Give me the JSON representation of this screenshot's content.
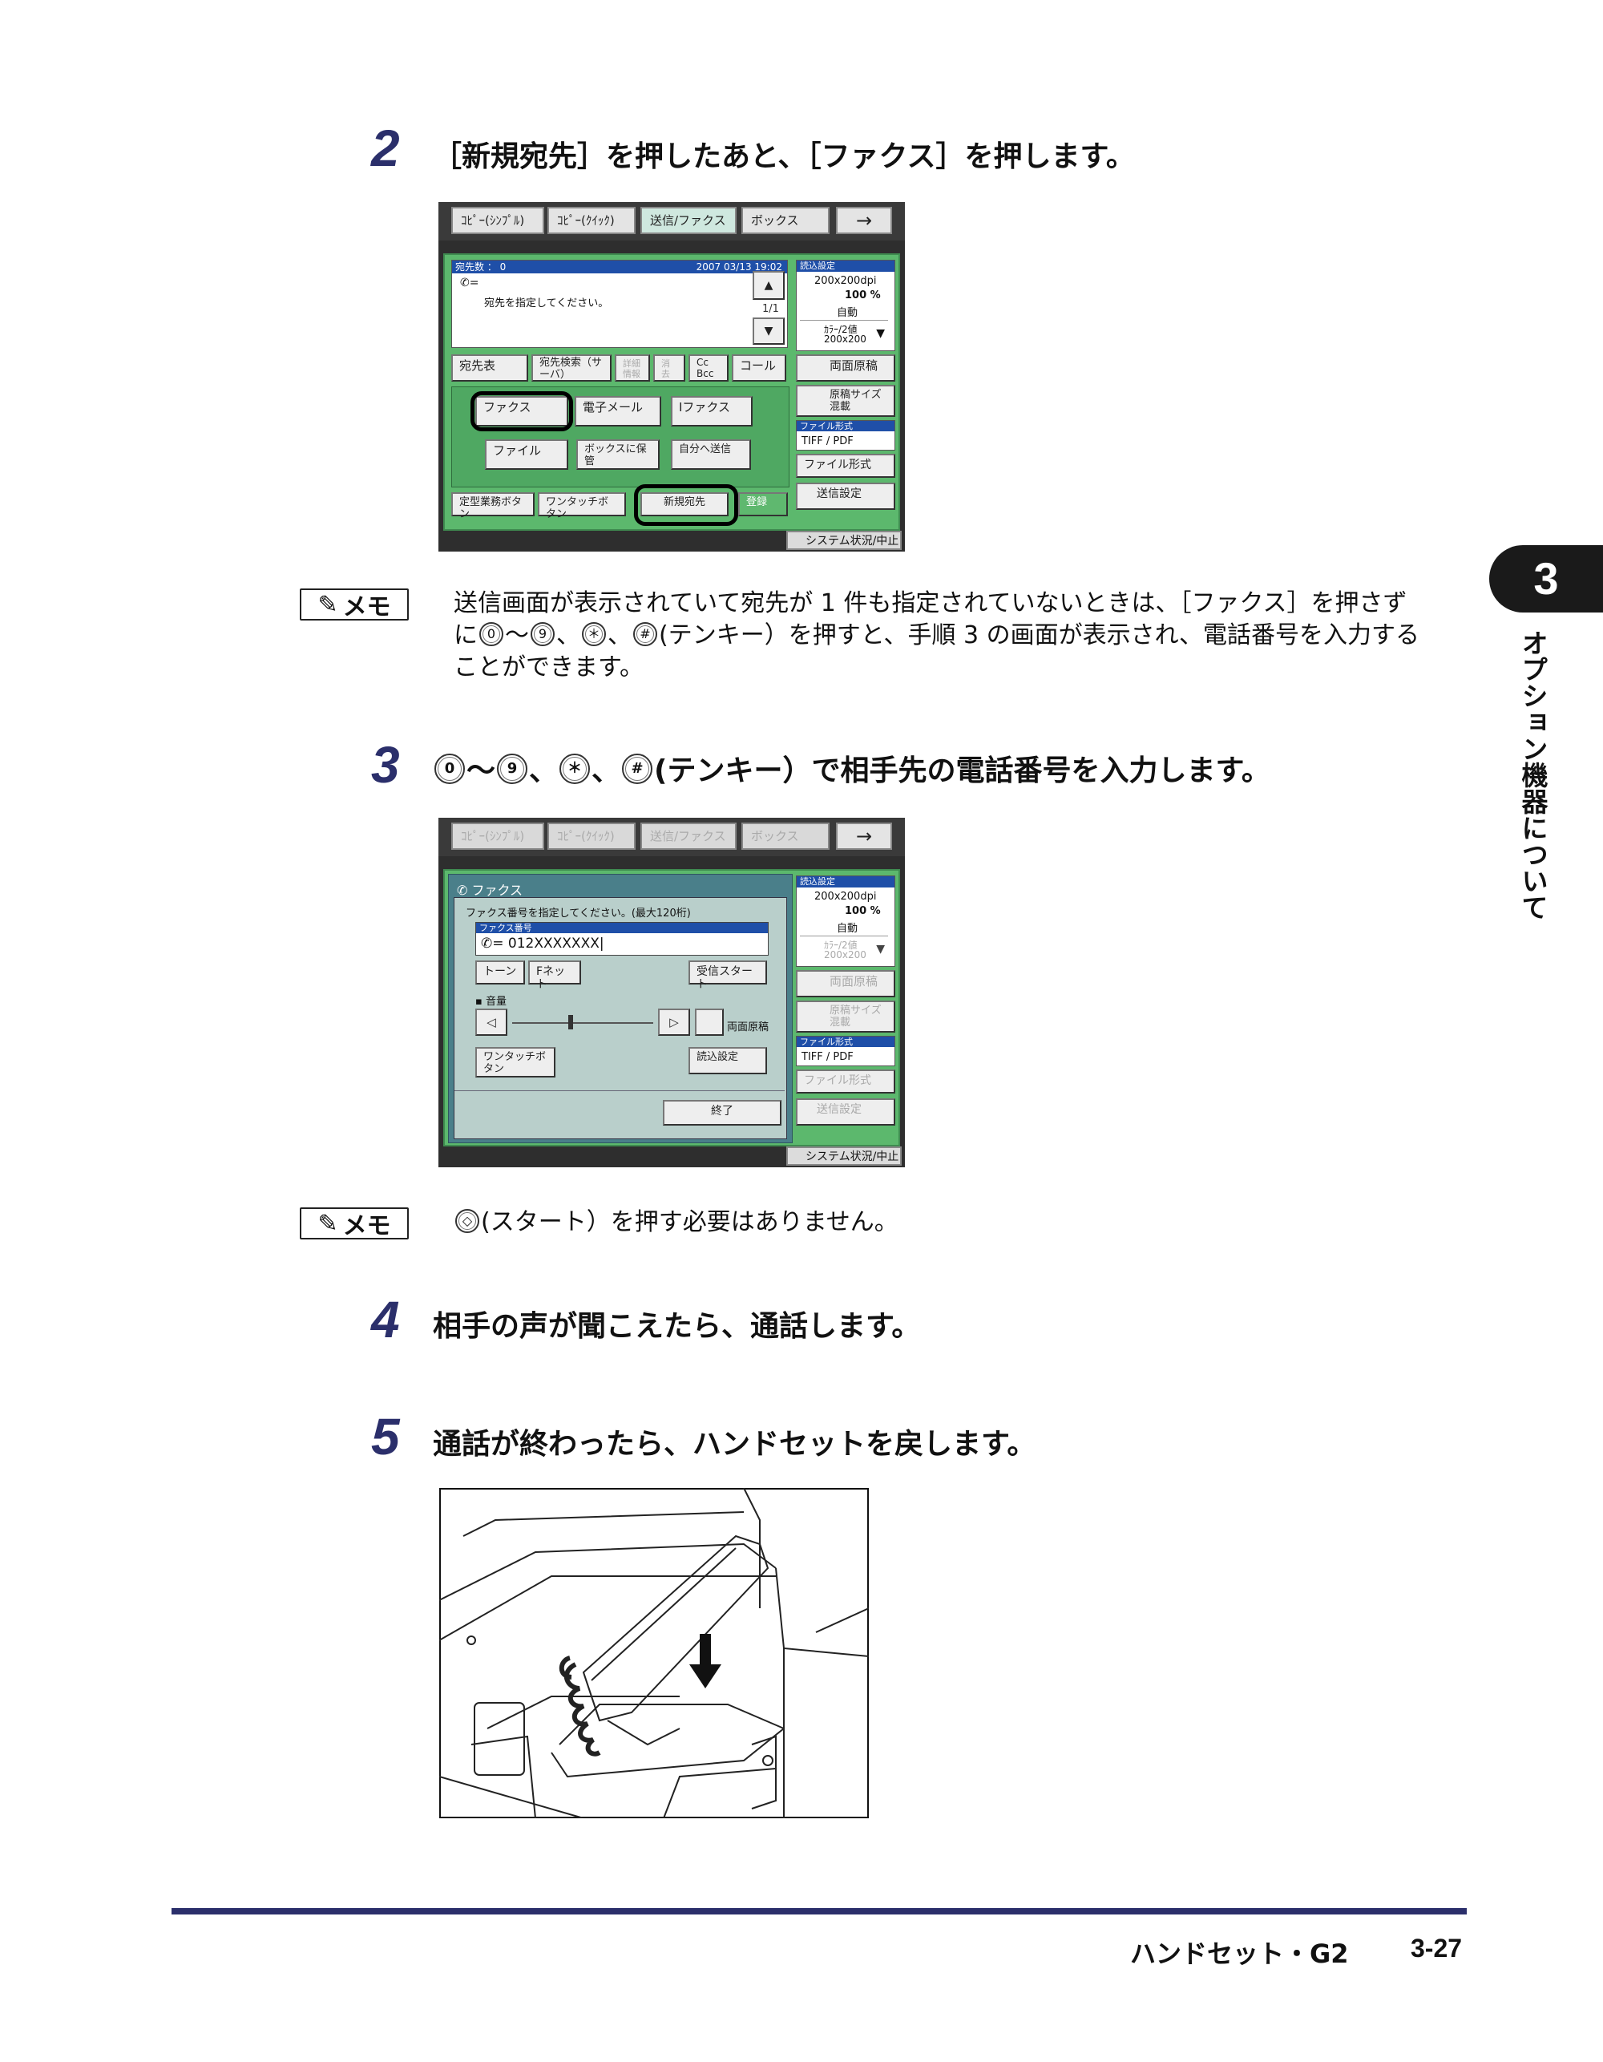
{
  "steps": [
    {
      "num": "2",
      "text": "［新規宛先］を押したあと、［ファクス］を押します。"
    },
    {
      "num": "3",
      "text": "(テンキー）で相手先の電話番号を入力します。"
    },
    {
      "num": "4",
      "text": "相手の声が聞こえたら、通話します。"
    },
    {
      "num": "5",
      "text": "通話が終わったら、ハンドセットを戻します。"
    }
  ],
  "keys": {
    "zero": "0",
    "nine": "9",
    "star": "＊",
    "hash": "#",
    "wave": "〜",
    "sep": "、"
  },
  "memo": {
    "badge": "メモ",
    "text1_a": "送信画面が表示されていて宛先が 1 件も指定されていないときは、［ファクス］を押さず",
    "text1_b_pre": "に",
    "text1_b_post": "(テンキー）を押すと、手順 3 の画面が表示され、電話番号を入力する",
    "text1_c": "ことができます。",
    "text2": "(スタート）を押す必要はありません。"
  },
  "screen1": {
    "tabs": [
      "ｺﾋﾟｰ(ｼﾝﾌﾟﾙ)",
      "ｺﾋﾟｰ(ｸｲｯｸ)",
      "送信/ファクス",
      "ボックス",
      "→"
    ],
    "count_label": "宛先数 ： 0",
    "datetime": "2007 03/13 19:02",
    "placeholder": "宛先を指定してください。",
    "page": "1/1",
    "read_settings": "読込設定",
    "resolution": "200x200dpi",
    "zoom": "100 %",
    "auto": "自動",
    "color_mode": "ｶﾗｰ/2値",
    "color_res": "200x200",
    "row_buttons": [
      "宛先表",
      "宛先検索（サーバ）",
      "詳細情報",
      "消去",
      "Cc Bcc",
      "コール"
    ],
    "duplex": "両面原稿",
    "mixed": "原稿サイズ混載",
    "dest_buttons": [
      "ファクス",
      "電子メール",
      "Iファクス",
      "ファイル",
      "ボックスに保管",
      "自分へ送信"
    ],
    "file_format_head": "ファイル形式",
    "file_format_value": "TIFF / PDF",
    "file_format_btn": "ファイル形式",
    "send_settings": "送信設定",
    "bottom_buttons": [
      "定型業務ボタン",
      "ワンタッチボタン",
      "新規宛先",
      "登録"
    ],
    "system": "システム状況/中止"
  },
  "screen2": {
    "tabs": [
      "ｺﾋﾟｰ(ｼﾝﾌﾟﾙ)",
      "ｺﾋﾟｰ(ｸｲｯｸ)",
      "送信/ファクス",
      "ボックス",
      "→"
    ],
    "title": "ファクス",
    "instruction": "ファクス番号を指定してください。(最大120桁)",
    "field_label": "ファクス番号",
    "number": "= 012XXXXXXX",
    "buttons": [
      "トーン",
      "Fネット",
      "受信スタート"
    ],
    "volume": "音量",
    "duplex": "両面原稿",
    "onetouch": "ワンタッチボタン",
    "read_settings_btn": "読込設定",
    "end": "終了",
    "read_settings": "読込設定",
    "resolution": "200x200dpi",
    "zoom": "100 %",
    "auto": "自動",
    "color_mode": "ｶﾗｰ/2値",
    "color_res": "200x200",
    "side_duplex": "両面原稿",
    "side_mixed": "原稿サイズ混載",
    "file_format_head": "ファイル形式",
    "file_format_value": "TIFF / PDF",
    "file_format_btn": "ファイル形式",
    "send_settings": "送信設定",
    "system": "システム状況/中止"
  },
  "sidebar": {
    "chapter": "3",
    "title": "オプション機器について"
  },
  "footer": {
    "section": "ハンドセット・G2",
    "page": "3-27"
  }
}
